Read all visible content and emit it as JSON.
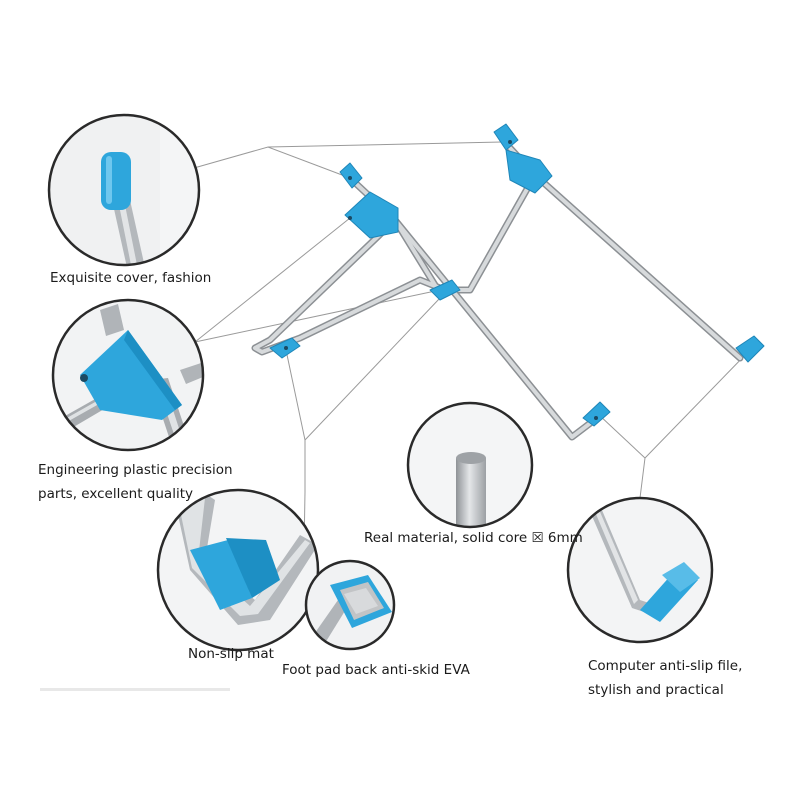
{
  "colors": {
    "accent": "#2ea6dc",
    "metal": "#c6c9cc",
    "callout_line": "#9a9a9a"
  },
  "callouts": [
    {
      "lines": [
        "Exquisite cover, fashion"
      ]
    },
    {
      "lines": [
        "Engineering plastic precision",
        "parts, excellent quality"
      ]
    },
    {
      "lines": [
        "Real material, solid core ☒ 6mm"
      ]
    },
    {
      "lines": [
        "Non-slip mat"
      ]
    },
    {
      "lines": [
        "Foot pad back anti-skid EVA"
      ]
    },
    {
      "lines": [
        "Computer anti-slip file,",
        "stylish and practical"
      ]
    }
  ]
}
